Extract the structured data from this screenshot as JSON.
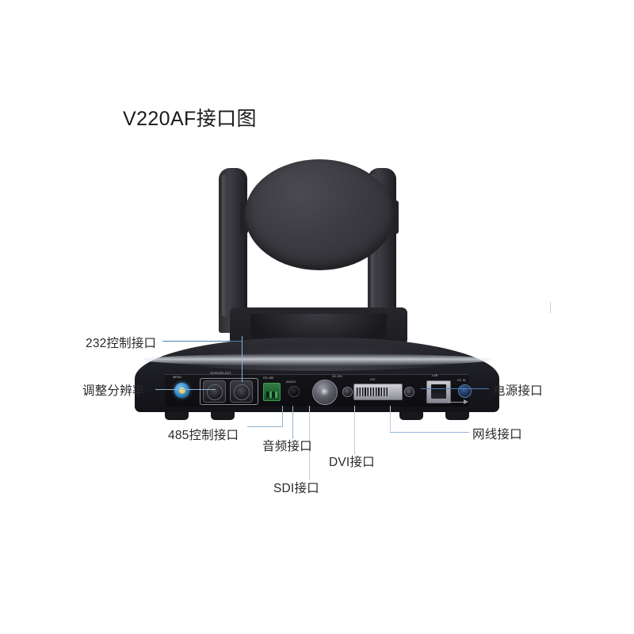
{
  "title": "V220AF接口图",
  "diagram": {
    "subject": "PTZ video conference camera rear view",
    "labels": [
      {
        "id": "rs232",
        "text": "232控制接口",
        "side": "left"
      },
      {
        "id": "resolution",
        "text": "调整分辨率",
        "side": "left"
      },
      {
        "id": "rs485",
        "text": "485控制接口",
        "side": "left"
      },
      {
        "id": "audio",
        "text": "音频接口",
        "side": "bottom"
      },
      {
        "id": "sdi",
        "text": "SDI接口",
        "side": "bottom"
      },
      {
        "id": "dvi",
        "text": "DVI接口",
        "side": "bottom"
      },
      {
        "id": "power",
        "text": "电源接口",
        "side": "right"
      },
      {
        "id": "lan",
        "text": "网线接口",
        "side": "right"
      }
    ],
    "port_markings": [
      {
        "id": "res-cap",
        "text": "MENU"
      },
      {
        "id": "din-cap",
        "text": "IN-RS232-OUT"
      },
      {
        "id": "485-cap",
        "text": "RS-485"
      },
      {
        "id": "aud-cap",
        "text": "AUDIO"
      },
      {
        "id": "sdi-cap",
        "text": "3G-SDI"
      },
      {
        "id": "dvi-cap",
        "text": "DVI"
      },
      {
        "id": "lan-cap",
        "text": "LAN"
      },
      {
        "id": "dc-cap",
        "text": "DC IN"
      }
    ],
    "colors": {
      "leader_line": "#8fb4d4",
      "leader_line_dark": "#4a7fb5",
      "label_text": "#2a2a2a",
      "title_text": "#1b1b1b",
      "background": "#ffffff",
      "camera_body": "#23232a"
    }
  }
}
